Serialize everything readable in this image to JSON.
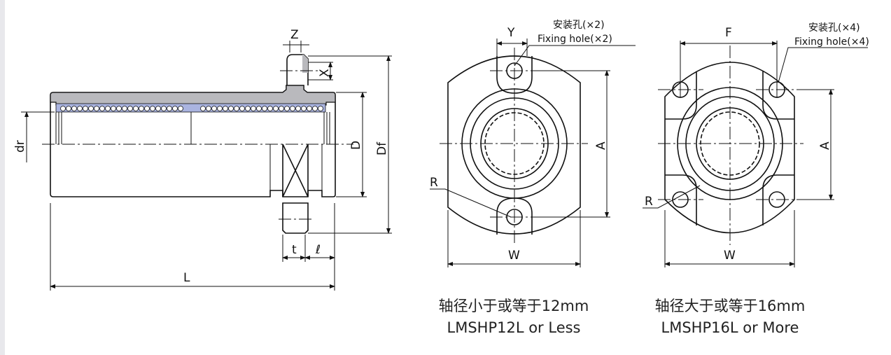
{
  "left_view": {
    "dims": {
      "Z": "Z",
      "X": "X",
      "dr": "dr",
      "D": "D",
      "Df": "Df",
      "t": "t",
      "l": "ℓ",
      "L": "L"
    }
  },
  "middle_view": {
    "dims": {
      "Y": "Y",
      "A": "A",
      "R": "R",
      "W": "W"
    },
    "hole_note_cn": "安装孔(×2)",
    "hole_note_en": "Fixing hole(×2)",
    "caption_cn": "轴径小于或等于12mm",
    "caption_en": "LMSHP12L or Less"
  },
  "right_view": {
    "dims": {
      "F": "F",
      "A": "A",
      "R": "R",
      "W": "W"
    },
    "hole_note_cn": "安装孔(×4)",
    "hole_note_en": "Fixing hole(×4)",
    "caption_cn": "轴径大于或等于16mm",
    "caption_en": "LMSHP16L or More"
  },
  "colors": {
    "line": "#111111",
    "section_fill": "#b9b9bd",
    "retainer": "#aab4e0"
  }
}
